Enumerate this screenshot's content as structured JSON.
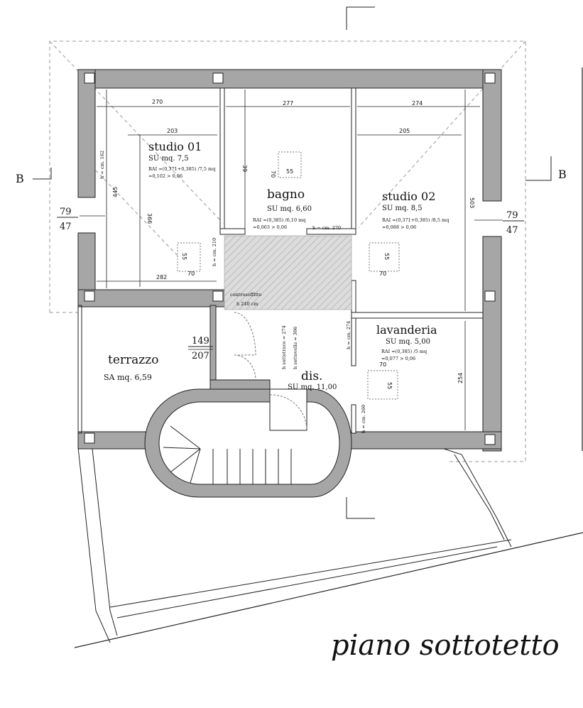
{
  "drawing": {
    "title": "piano sottotetto",
    "section_marker": "B"
  },
  "rooms": {
    "studio01": {
      "name": "studio 01",
      "area": "SU mq. 7,5",
      "rai": "RAI =(0,371+0,385) /7,5 mq",
      "rai_result": "=0,102 > 0,06"
    },
    "bagno": {
      "name": "bagno",
      "area": "SU mq. 6,60",
      "rai": "RAI =(0,385) /6,10 mq",
      "rai_result": "=0,063 > 0,06"
    },
    "studio02": {
      "name": "studio 02",
      "area": "SU mq. 8,5",
      "rai": "RAI =(0,371+0,385) /8,5 mq",
      "rai_result": "=0,088 > 0,06"
    },
    "lavanderia": {
      "name": "lavanderia",
      "area": "SU mq. 5,00",
      "rai": "RAI =(0,385) /5 mq",
      "rai_result": "=0,077 > 0,06"
    },
    "terrazzo": {
      "name": "terrazzo",
      "area": "SA mq. 6,59"
    },
    "dis": {
      "name": "dis.",
      "area": "SU mq. 11,00"
    }
  },
  "notes": {
    "controsoffitto": "controsoffitto",
    "controsoffitto_h": "h 240 cm",
    "h_sottotrave": "h sottotrave = 274",
    "h_sottovella": "h sottovella = 306",
    "h_cm_162": "h = cm. 162",
    "h_cm_210": "h = cm. 210",
    "h_cm_270": "h = cm. 270",
    "h_cm_274": "h = cm. 274",
    "h_cm_260": "h = cm. 260"
  },
  "dimensions": {
    "d270": "270",
    "d277": "277",
    "d274": "274",
    "d203": "203",
    "d205": "205",
    "d445": "445",
    "d366": "366",
    "d503": "503",
    "d39": "39",
    "d282": "282",
    "d254": "254",
    "d70": "70",
    "d55": "55"
  },
  "windows": {
    "left_num": "79",
    "left_den": "47",
    "right_num": "79",
    "right_den": "47",
    "terrace_num": "149",
    "terrace_den": "207"
  },
  "colors": {
    "wall": "#a6a6a6",
    "wall_edge": "#222222",
    "hatch": "#c4c4c4",
    "dashed": "#999999"
  }
}
